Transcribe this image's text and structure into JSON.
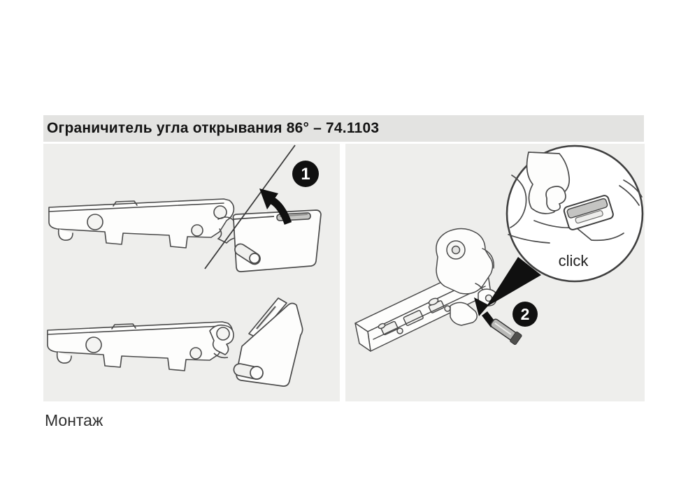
{
  "header": {
    "title": "Ограничитель угла открывания 86° – 74.1103",
    "background": "#e3e3e1",
    "text_color": "#141414"
  },
  "panels": {
    "background": "#eeeeec",
    "left": {
      "step": "1",
      "shows": "hinge with angle restrictor rotated onto hinge arm"
    },
    "right": {
      "step": "2",
      "callout_label": "click",
      "shows": "restrictor clip snapped onto open hinge, magnified detail"
    }
  },
  "footer": {
    "caption": "Монтаж"
  },
  "colors": {
    "line_art": "#4a4a4a",
    "badge": "#101010",
    "badge_text": "#ffffff",
    "clip_shade": "#c4c4c2",
    "page": "#ffffff"
  }
}
